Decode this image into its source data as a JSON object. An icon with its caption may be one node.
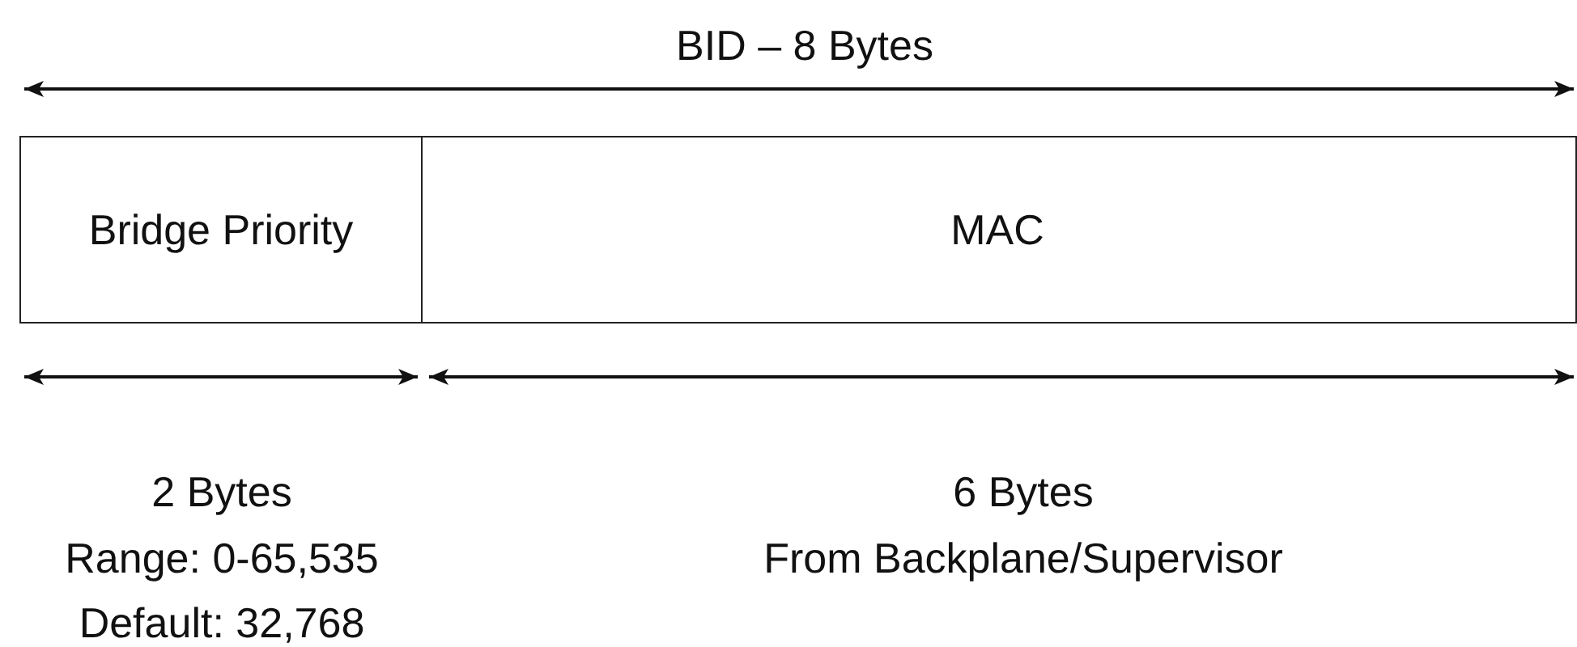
{
  "diagram": {
    "nodes": [
      {
        "text": [
          "Bridge Priority"
        ]
      },
      {
        "text": [
          "MAC"
        ]
      }
    ],
    "labels": [
      "BID – 8 Bytes",
      "2 Bytes",
      "Range: 0-65,535",
      "Default: 32,768",
      "6 Bytes",
      "From Backplane/Supervisor"
    ]
  }
}
